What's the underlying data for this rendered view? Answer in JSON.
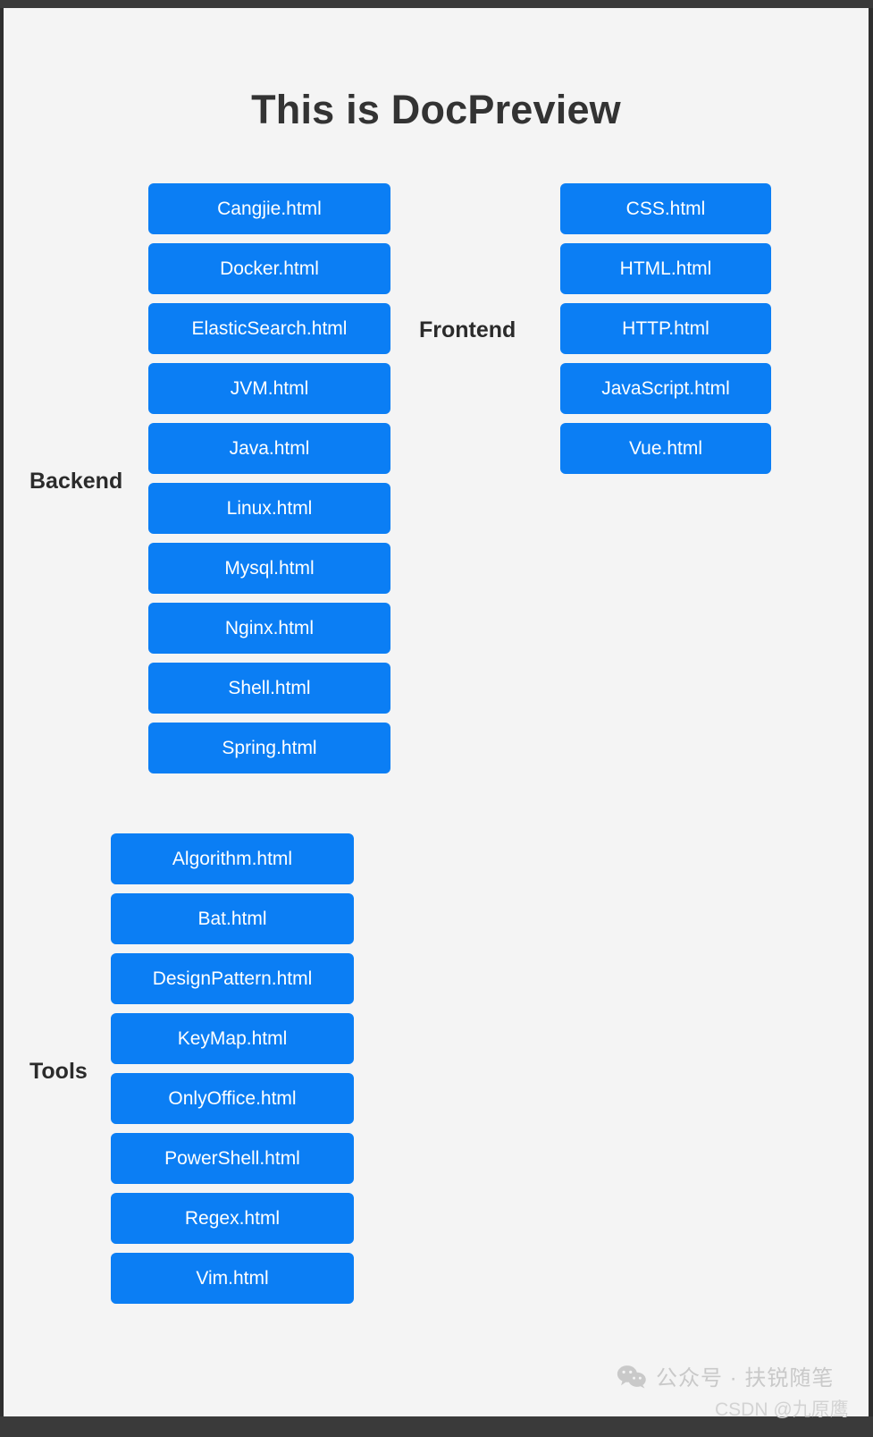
{
  "page": {
    "title": "This is DocPreview",
    "background_color": "#f4f4f4",
    "button_color": "#0b7ef4",
    "button_text_color": "#ffffff",
    "title_color": "#333333"
  },
  "groups": [
    {
      "id": "backend",
      "label": "Backend",
      "items": [
        {
          "label": "Cangjie.html"
        },
        {
          "label": "Docker.html"
        },
        {
          "label": "ElasticSearch.html"
        },
        {
          "label": "JVM.html"
        },
        {
          "label": "Java.html"
        },
        {
          "label": "Linux.html"
        },
        {
          "label": "Mysql.html"
        },
        {
          "label": "Nginx.html"
        },
        {
          "label": "Shell.html"
        },
        {
          "label": "Spring.html"
        }
      ]
    },
    {
      "id": "frontend",
      "label": "Frontend",
      "items": [
        {
          "label": "CSS.html"
        },
        {
          "label": "HTML.html"
        },
        {
          "label": "HTTP.html"
        },
        {
          "label": "JavaScript.html"
        },
        {
          "label": "Vue.html"
        }
      ]
    },
    {
      "id": "tools",
      "label": "Tools",
      "items": [
        {
          "label": "Algorithm.html"
        },
        {
          "label": "Bat.html"
        },
        {
          "label": "DesignPattern.html"
        },
        {
          "label": "KeyMap.html"
        },
        {
          "label": "OnlyOffice.html"
        },
        {
          "label": "PowerShell.html"
        },
        {
          "label": "Regex.html"
        },
        {
          "label": "Vim.html"
        }
      ]
    }
  ],
  "watermark": {
    "icon": "wechat-icon",
    "text": "公众号 · 扶锐随笔",
    "credit": "CSDN @九原鹰"
  }
}
